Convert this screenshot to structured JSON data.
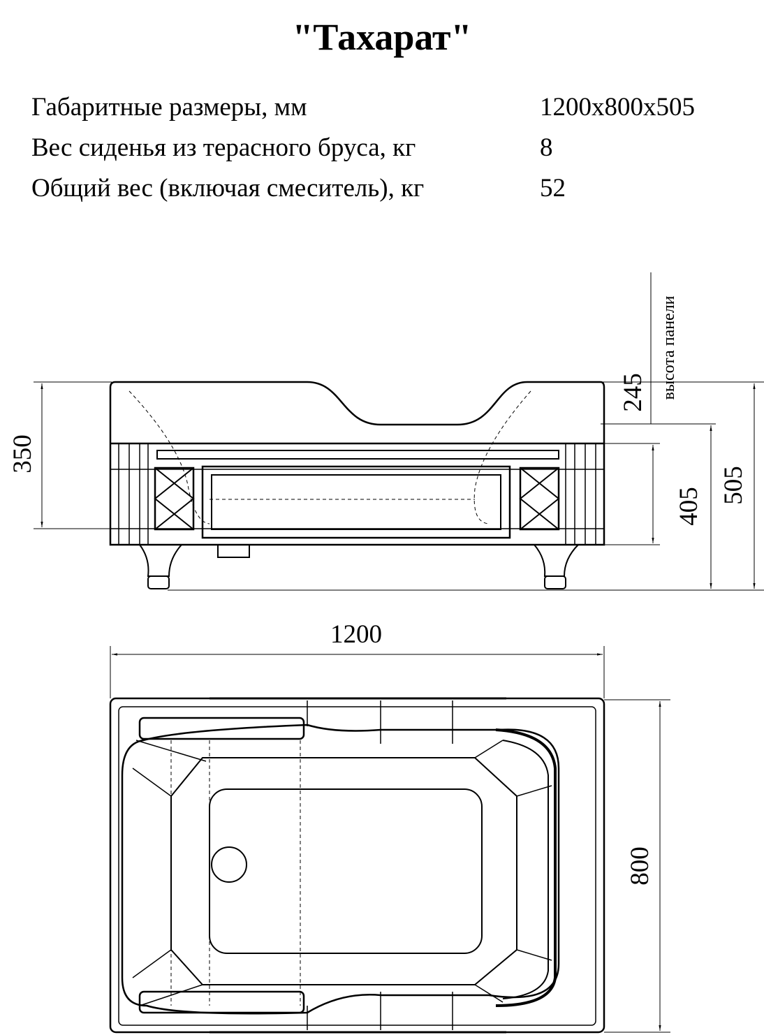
{
  "title": "\"Тахарат\"",
  "specs": [
    {
      "label": "Габаритные размеры, мм",
      "value": "1200x800x505"
    },
    {
      "label": "Вес сиденья из терасного бруса, кг",
      "value": "8"
    },
    {
      "label": "Общий вес (включая смеситель), кг",
      "value": "52"
    }
  ],
  "front_view": {
    "dim_350": "350",
    "dim_245": "245",
    "panel_height_label": "высота панели",
    "dim_405": "405",
    "dim_505": "505"
  },
  "top_view": {
    "dim_1200": "1200",
    "dim_800": "800"
  }
}
